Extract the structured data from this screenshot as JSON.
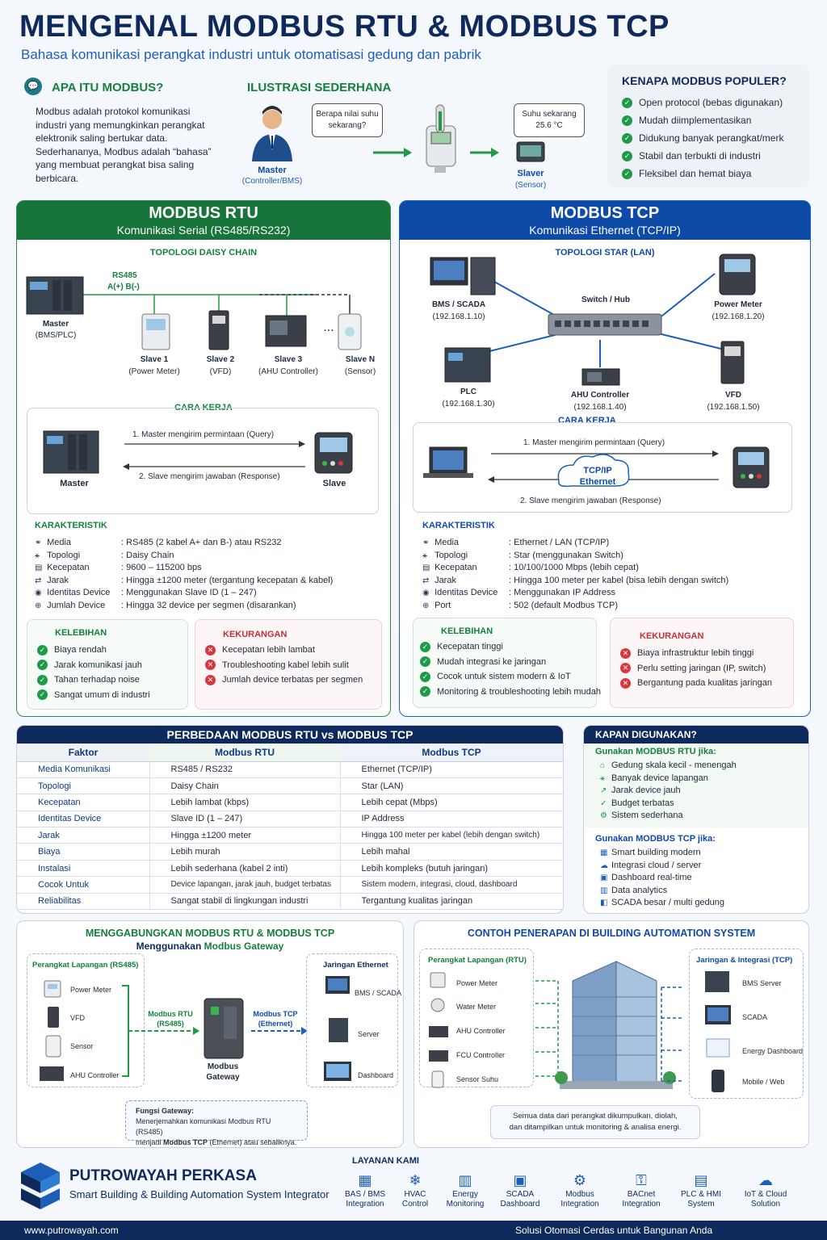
{
  "header": {
    "title": "MENGENAL MODBUS RTU & MODBUS TCP",
    "subtitle": "Bahasa komunikasi perangkat industri untuk otomatisasi gedung dan pabrik"
  },
  "intro": {
    "title": "APA ITU MODBUS?",
    "text": "Modbus adalah protokol komunikasi industri yang memungkinkan perangkat elektronik saling bertukar data. Sederhananya, Modbus adalah “bahasa” yang membuat perangkat bisa saling berbicara."
  },
  "illustration": {
    "title": "ILUSTRASI SEDERHANA",
    "bubble_master": "Berapa nilai suhu sekarang?",
    "bubble_slave": "Suhu sekarang 25.6 °C",
    "master_label": "Master",
    "master_sub": "(Controller/BMS)",
    "slave_label": "Slaver",
    "slave_sub": "(Sensor)"
  },
  "popular": {
    "title": "KENAPA MODBUS POPULER?",
    "items": [
      "Open protocol (bebas digunakan)",
      "Mudah diimplementasikan",
      "Didukung banyak perangkat/merk",
      "Stabil dan terbukti di industri",
      "Fleksibel dan hemat biaya"
    ]
  },
  "rtu": {
    "title": "MODBUS RTU",
    "subtitle": "Komunikasi Serial (RS485/RS232)",
    "topology_title": "TOPOLOGI DAISY CHAIN",
    "bus_label": "RS485",
    "bus_pins": "A(+)  B(-)",
    "master": "Master",
    "master_sub": "(BMS/PLC)",
    "slaves": [
      {
        "name": "Slave 1",
        "sub": "(Power Meter)"
      },
      {
        "name": "Slave 2",
        "sub": "(VFD)"
      },
      {
        "name": "Slave 3",
        "sub": "(AHU Controller)"
      },
      {
        "name": "Slave N",
        "sub": "(Sensor)"
      }
    ],
    "dots": "...",
    "how_title": "CARA KERJA",
    "step1": "1. Master mengirim permintaan (Query)",
    "step2": "2. Slave mengirim jawaban (Response)",
    "how_master": "Master",
    "how_slave": "Slave",
    "char_title": "KARAKTERISTIK",
    "chars": [
      {
        "k": "Media",
        "v": ": RS485 (2 kabel A+ dan B-) atau RS232"
      },
      {
        "k": "Topologi",
        "v": ": Daisy Chain"
      },
      {
        "k": "Kecepatan",
        "v": ": 9600 – 115200 bps"
      },
      {
        "k": "Jarak",
        "v": ": Hingga ±1200 meter (tergantung kecepatan & kabel)"
      },
      {
        "k": "Identitas Device",
        "v": ": Menggunakan Slave ID (1 – 247)"
      },
      {
        "k": "Jumlah Device",
        "v": ": Hingga 32 device per segmen (disarankan)"
      }
    ],
    "pro_title": "KELEBIHAN",
    "pros": [
      "Biaya rendah",
      "Jarak komunikasi jauh",
      "Tahan terhadap noise",
      "Sangat umum di industri"
    ],
    "con_title": "KEKURANGAN",
    "cons": [
      "Kecepatan lebih lambat",
      "Troubleshooting kabel lebih sulit",
      "Jumlah device terbatas per segmen"
    ]
  },
  "tcp": {
    "title": "MODBUS TCP",
    "subtitle": "Komunikasi Ethernet (TCP/IP)",
    "topology_title": "TOPOLOGI STAR (LAN)",
    "switch": "Switch / Hub",
    "nodes": [
      {
        "name": "BMS / SCADA",
        "ip": "(192.168.1.10)"
      },
      {
        "name": "Power Meter",
        "ip": "(192.168.1.20)"
      },
      {
        "name": "PLC",
        "ip": "(192.168.1.30)"
      },
      {
        "name": "AHU Controller",
        "ip": "(192.168.1.40)"
      },
      {
        "name": "VFD",
        "ip": "(192.168.1.50)"
      }
    ],
    "how_title": "CARA KERJA",
    "step1": "1. Master mengirim permintaan (Query)",
    "step2": "2. Slave mengirim jawaban (Response)",
    "cloud1": "TCP/IP",
    "cloud2": "Ethernet",
    "char_title": "KARAKTERISTIK",
    "chars": [
      {
        "k": "Media",
        "v": ": Ethernet / LAN (TCP/IP)"
      },
      {
        "k": "Topologi",
        "v": ": Star (menggunakan Switch)"
      },
      {
        "k": "Kecepatan",
        "v": ": 10/100/1000 Mbps (lebih cepat)"
      },
      {
        "k": "Jarak",
        "v": ": Hingga 100 meter per kabel (bisa lebih dengan switch)"
      },
      {
        "k": "Identitas Device",
        "v": ": Menggunakan IP Address"
      },
      {
        "k": "Port",
        "v": ": 502 (default Modbus TCP)"
      }
    ],
    "pro_title": "KELEBIHAN",
    "pros": [
      "Kecepatan tinggi",
      "Mudah integrasi ke jaringan",
      "Cocok untuk sistem modern & IoT",
      "Monitoring & troubleshooting lebih mudah"
    ],
    "con_title": "KEKURANGAN",
    "cons": [
      "Biaya infrastruktur lebih tinggi",
      "Perlu setting jaringan (IP, switch)",
      "Bergantung pada kualitas jaringan"
    ]
  },
  "compare": {
    "title": "PERBEDAAN MODBUS RTU vs MODBUS TCP",
    "headers": [
      "Faktor",
      "Modbus RTU",
      "Modbus TCP"
    ],
    "rows": [
      [
        "Media Komunikasi",
        "RS485 / RS232",
        "Ethernet (TCP/IP)"
      ],
      [
        "Topologi",
        "Daisy Chain",
        "Star (LAN)"
      ],
      [
        "Kecepatan",
        "Lebih lambat (kbps)",
        "Lebih cepat (Mbps)"
      ],
      [
        "Identitas Device",
        "Slave ID (1 – 247)",
        "IP Address"
      ],
      [
        "Jarak",
        "Hingga ±1200 meter",
        "Hingga 100 meter per kabel (lebih dengan switch)"
      ],
      [
        "Biaya",
        "Lebih murah",
        "Lebih mahal"
      ],
      [
        "Instalasi",
        "Lebih sederhana (kabel 2 inti)",
        "Lebih kompleks (butuh jaringan)"
      ],
      [
        "Cocok Untuk",
        "Device lapangan, jarak jauh, budget terbatas",
        "Sistem modern, integrasi, cloud, dashboard"
      ],
      [
        "Reliabilitas",
        "Sangat stabil di lingkungan industri",
        "Tergantung kualitas jaringan"
      ]
    ]
  },
  "when": {
    "title": "KAPAN DIGUNAKAN?",
    "rtu_title": "Gunakan MODBUS RTU jika:",
    "rtu_items": [
      "Gedung skala kecil - menengah",
      "Banyak device lapangan",
      "Jarak device jauh",
      "Budget terbatas",
      "Sistem sederhana"
    ],
    "tcp_title": "Gunakan MODBUS TCP jika:",
    "tcp_items": [
      "Smart building modern",
      "Integrasi cloud / server",
      "Dashboard real-time",
      "Data analytics",
      "SCADA besar / multi gedung"
    ]
  },
  "gateway": {
    "title": "MENGGABUNGKAN MODBUS RTU & MODBUS TCP",
    "subtitle_pre": "Menggunakan ",
    "subtitle_bold": "Modbus Gateway",
    "field_title": "Perangkat Lapangan (RS485)",
    "field_items": [
      "Power Meter",
      "VFD",
      "Sensor",
      "AHU Controller"
    ],
    "rtu_label": "Modbus RTU",
    "rtu_sub": "(RS485)",
    "tcp_label": "Modbus TCP",
    "tcp_sub": "(Ethernet)",
    "gateway_label": "Modbus",
    "gateway_label2": "Gateway",
    "net_title": "Jaringan Ethernet",
    "net_items": [
      "BMS / SCADA",
      "Server",
      "Dashboard"
    ],
    "func_title": "Fungsi Gateway:",
    "func_text1": "Menerjemahkan komunikasi Modbus RTU (RS485)",
    "func_text2_pre": "menjadi ",
    "func_text2_bold": "Modbus TCP",
    "func_text2_post": " (Ethernet) atau sebaliknya."
  },
  "bas": {
    "title": "CONTOH PENERAPAN DI BUILDING AUTOMATION SYSTEM",
    "field_title": "Perangkat Lapangan (RTU)",
    "field_items": [
      "Power Meter",
      "Water Meter",
      "AHU Controller",
      "FCU Controller",
      "Sensor Suhu"
    ],
    "net_title": "Jaringan & Integrasi (TCP)",
    "net_items": [
      "BMS Server",
      "SCADA",
      "Energy Dashboard",
      "Mobile / Web"
    ],
    "note1": "Semua data dari perangkat dikumpulkan, diolah,",
    "note2": "dan ditampilkan untuk monitoring & analisa energi."
  },
  "footer": {
    "company": "PUTROWAYAH PERKASA",
    "tagline": "Smart Building & Building Automation System Integrator",
    "services_title": "LAYANAN KAMI",
    "services": [
      {
        "l1": "BAS / BMS",
        "l2": "Integration"
      },
      {
        "l1": "HVAC",
        "l2": "Control"
      },
      {
        "l1": "Energy",
        "l2": "Monitoring"
      },
      {
        "l1": "SCADA",
        "l2": "Dashboard"
      },
      {
        "l1": "Modbus",
        "l2": "Integration"
      },
      {
        "l1": "BACnet",
        "l2": "Integration"
      },
      {
        "l1": "PLC & HMI",
        "l2": "System"
      },
      {
        "l1": "IoT & Cloud",
        "l2": "Solution"
      }
    ],
    "website": "www.putrowayah.com",
    "slogan": "Solusi Otomasi Cerdas untuk Bangunan Anda"
  },
  "colors": {
    "rtu": "#14803c",
    "tcp": "#0e4aa8",
    "navy": "#0e2a5c"
  }
}
